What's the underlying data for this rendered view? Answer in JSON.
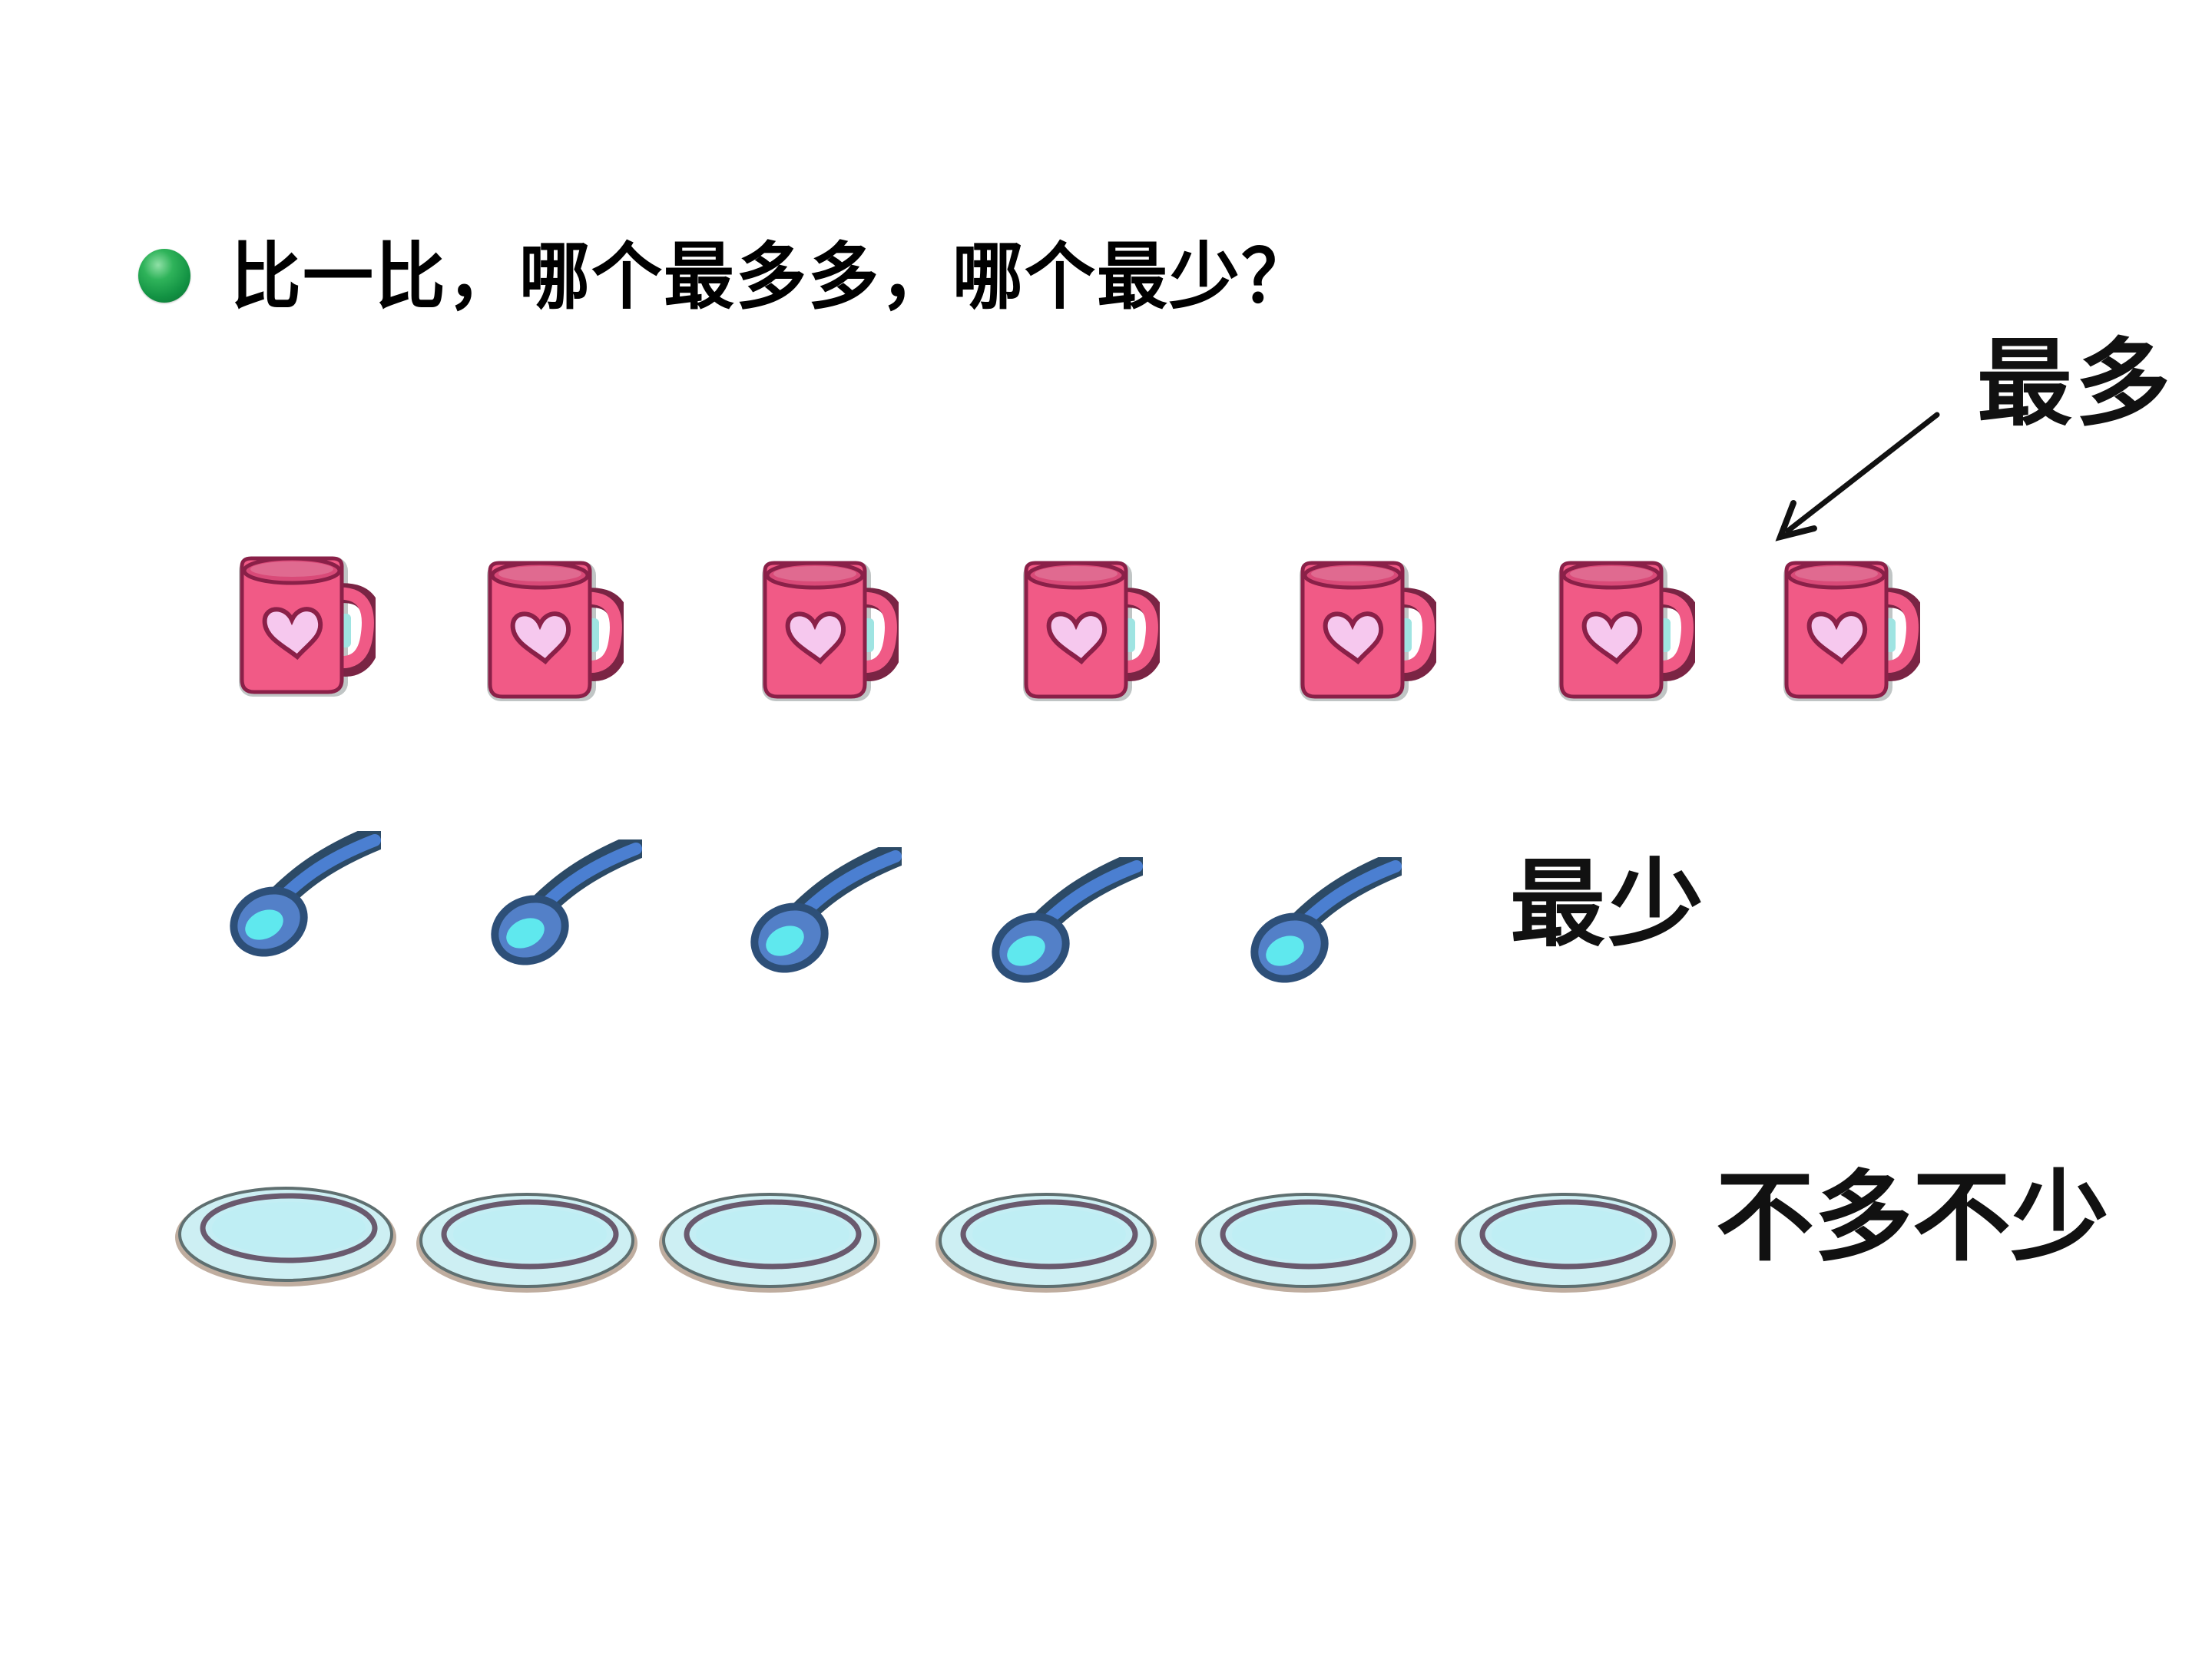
{
  "slide": {
    "question": "比一比，哪个最多多，哪个最少？",
    "bullet_icon": "green-sphere-bullet",
    "labels": {
      "most": "最多",
      "least": "最少",
      "equal": "不多不少"
    },
    "rows": [
      {
        "name": "cups",
        "icon": "mug-heart-icon",
        "count": 7,
        "label_key": "most"
      },
      {
        "name": "spoons",
        "icon": "spoon-icon",
        "count": 5,
        "label_key": "least"
      },
      {
        "name": "plates",
        "icon": "plate-icon",
        "count": 6,
        "label_key": "equal"
      }
    ],
    "colors": {
      "cup_body": "#f25a86",
      "cup_heart": "#f6c6ee",
      "cup_outline": "#8a2048",
      "spoon_body": "#4a7fd0",
      "spoon_bowl": "#5fe8ee",
      "plate_fill": "#c6f0f4",
      "plate_rim": "#6f6470",
      "bullet": "#1a9a4a"
    }
  }
}
